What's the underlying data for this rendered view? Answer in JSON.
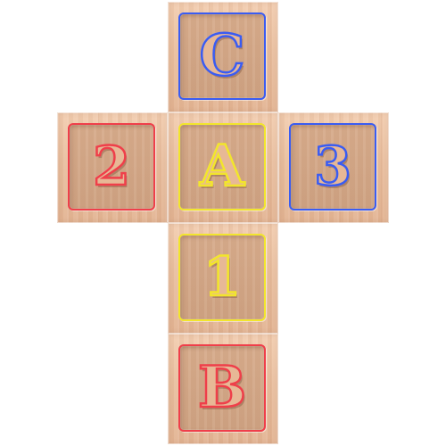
{
  "blocks": [
    {
      "id": "top",
      "label": "C",
      "accent": "#3a5cf2"
    },
    {
      "id": "left",
      "label": "2",
      "accent": "#ef3f4a"
    },
    {
      "id": "center",
      "label": "A",
      "accent": "#f2e52c"
    },
    {
      "id": "right",
      "label": "3",
      "accent": "#3a5cf2"
    },
    {
      "id": "lower",
      "label": "1",
      "accent": "#f2e52c"
    },
    {
      "id": "bottom",
      "label": "B",
      "accent": "#ef3f4a"
    }
  ]
}
